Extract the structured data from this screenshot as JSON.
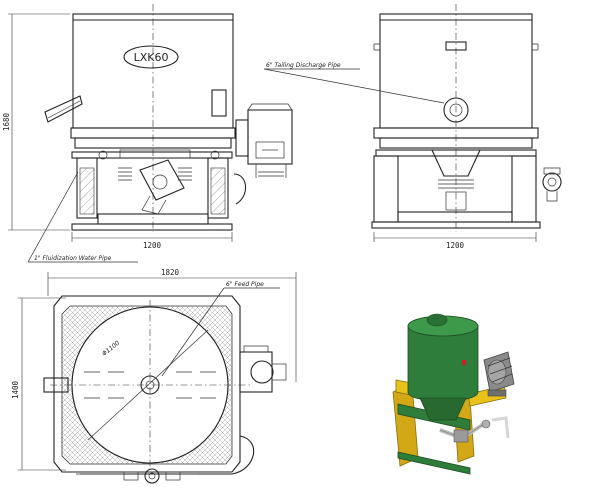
{
  "front_view": {
    "model_label": "LXK60",
    "height_dimension": "1680",
    "width_dimension": "1200",
    "pipe_label": "1\" Fluidization Water Pipe"
  },
  "side_view": {
    "width_dimension": "1200",
    "pipe_label": "6\" Tailing Discharge Pipe"
  },
  "plan_view": {
    "width_dimension": "1820",
    "height_dimension": "1400",
    "diameter_label": "Φ1100",
    "pipe_label": "6\" Feed Pipe"
  },
  "render_3d": {
    "colors": {
      "bowl": "#2f7d3a",
      "frame": "#e8c21a",
      "motor": "#8a8a8a",
      "marker": "#cc2222"
    }
  }
}
